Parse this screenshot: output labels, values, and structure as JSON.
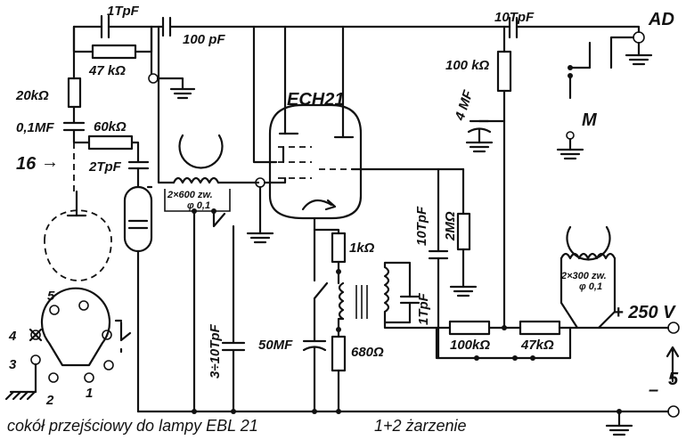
{
  "labels": {
    "c_1tpf": "1TpF",
    "c_100pf": "100 pF",
    "r_47k_top": "47 kΩ",
    "r_20k": "20kΩ",
    "c_01mf": "0,1MF",
    "r_60k": "60kΩ",
    "input_16": "16",
    "c_2tpf": "2TpF",
    "coil_2x600": "2×600 zw.",
    "coil_phi": "φ 0,1",
    "tube_ech21": "ECH21",
    "c_10tpf_top": "10TpF",
    "r_100k_top": "100 kΩ",
    "c_4mf": "4 MF",
    "ant_ad": "AD",
    "ant_m": "M",
    "c_10tpf_mid": "10TpF",
    "r_2m": "2MΩ",
    "r_1k": "1kΩ",
    "c_1tpf_mid": "1TpF",
    "c_50mf": "50MF",
    "r_680": "680Ω",
    "c_3_10tpf": "3÷10TpF",
    "coil_2x300": "2×300 zw.",
    "coil_phi2": "φ 0,1",
    "supply_250": "+ 250 V",
    "r_100k_bot": "100kΩ",
    "r_47k_bot": "47kΩ",
    "pin_5_socket": "5",
    "pin_4": "4",
    "pin_3": "3",
    "pin_2": "2",
    "pin_1": "1",
    "supply_5": "5",
    "minus": "–",
    "caption_main": "cokół przejściowy do lampy EBL 21",
    "caption_note": "1+2 żarzenie"
  }
}
